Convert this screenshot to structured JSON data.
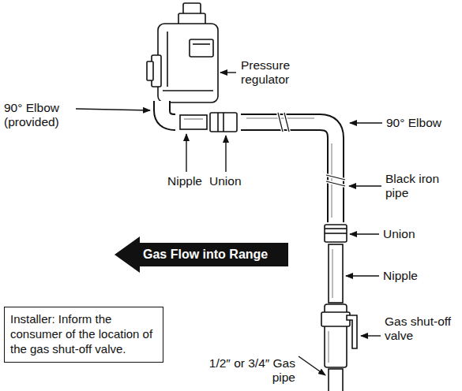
{
  "diagram": {
    "nodes": [
      {
        "text": [
          "Gas Flow into Range"
        ]
      },
      {
        "text": [
          "Installer: Inform the consumer of the location of the gas shut-off valve."
        ]
      }
    ],
    "labels": [
      "Pressure regulator",
      "90° Elbow (provided)",
      "Nipple",
      "Union",
      "90° Elbow",
      "Black iron pipe",
      "Union",
      "Nipple",
      "Gas shut-off valve",
      "1/2″ or 3/4″ Gas pipe"
    ]
  }
}
